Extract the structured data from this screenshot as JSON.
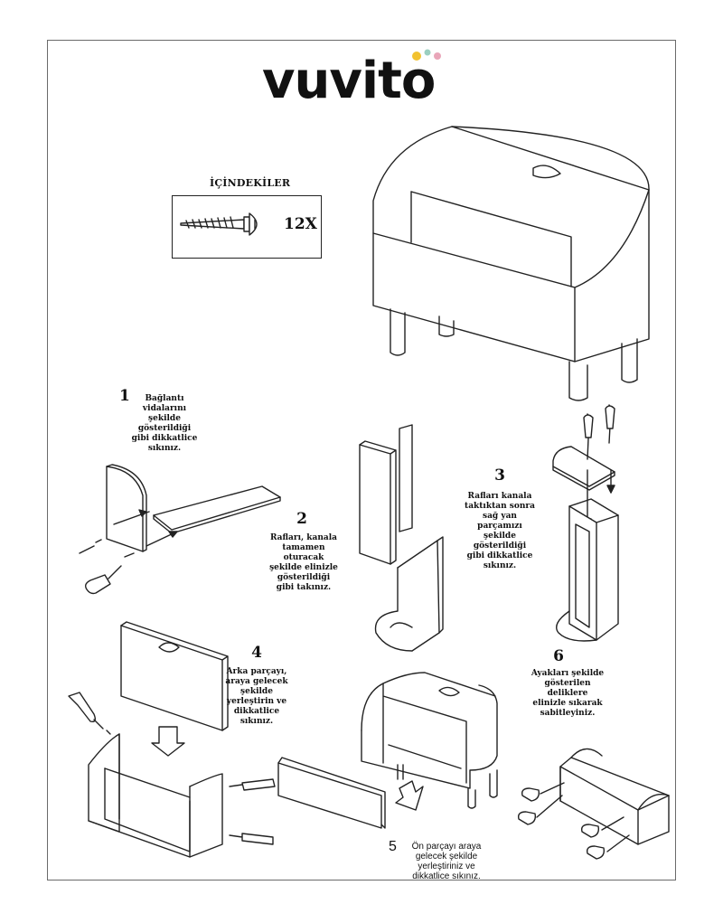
{
  "brand": {
    "name": "vuvito",
    "dot_colors": [
      "#f2c230",
      "#9ccfc0",
      "#e9a6b9"
    ]
  },
  "contents": {
    "title": "İÇİNDEKİLER",
    "quantity": "12X"
  },
  "steps": [
    {
      "number": "1",
      "text": "Bağlantı\nvidalarını\nşekilde\ngösterildiği\ngibi dikkatlice\nsıkınız."
    },
    {
      "number": "2",
      "text": "Rafları, kanala\ntamamen\noturacak\nşekilde elinizle\ngösterildiği\ngibi takınız."
    },
    {
      "number": "3",
      "text": "Rafları kanala\ntaktıktan sonra\nsağ yan\nparçamızı\nşekilde\ngösterildiği\ngibi dikkatlice\nsıkınız."
    },
    {
      "number": "4",
      "text": "Arka parçayı,\naraya gelecek\nşekilde\nyerleştirin ve\ndikkatlice\nsıkınız."
    },
    {
      "number": "5",
      "text": "Ön parçayı araya\ngelecek şekilde\nyerleştiriniz ve\ndikkatlice sıkınız."
    },
    {
      "number": "6",
      "text": "Ayakları şekilde\ngösterilen\ndeliklere\nelinizle sıkarak\nsabitleyiniz."
    }
  ]
}
